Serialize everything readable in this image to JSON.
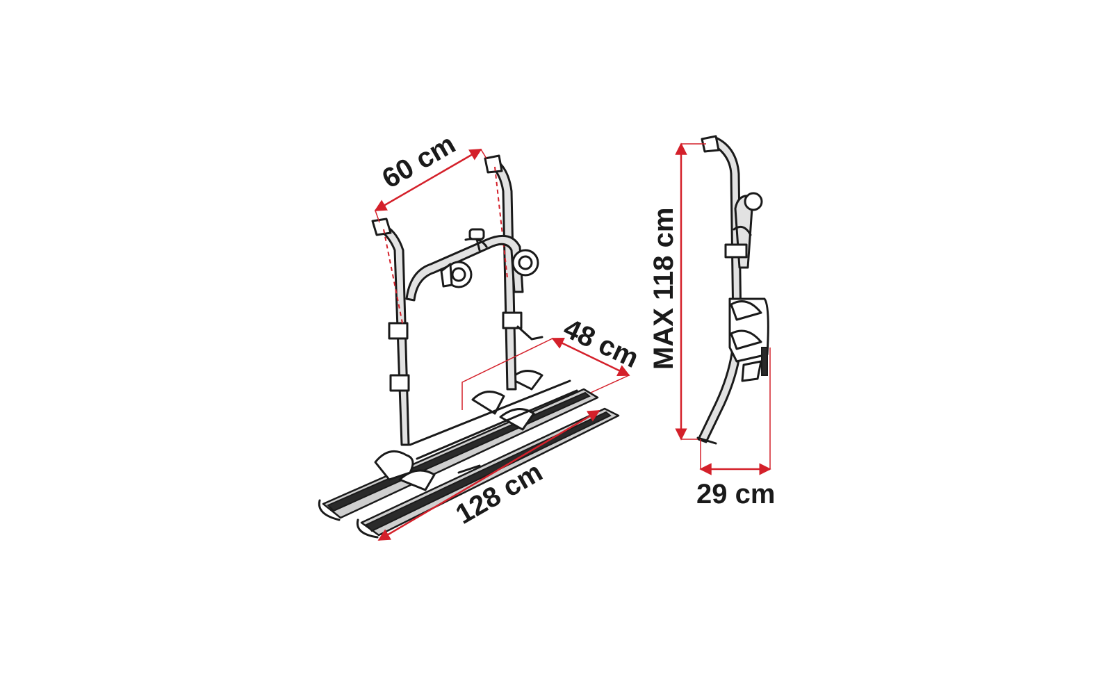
{
  "dimensions": {
    "width_top": "60 cm",
    "depth": "48 cm",
    "length": "128 cm",
    "height": "MAX 118 cm",
    "side_depth": "29 cm"
  },
  "colors": {
    "dimension_line": "#d4202a",
    "outline": "#1a1a1a",
    "background": "#ffffff"
  }
}
